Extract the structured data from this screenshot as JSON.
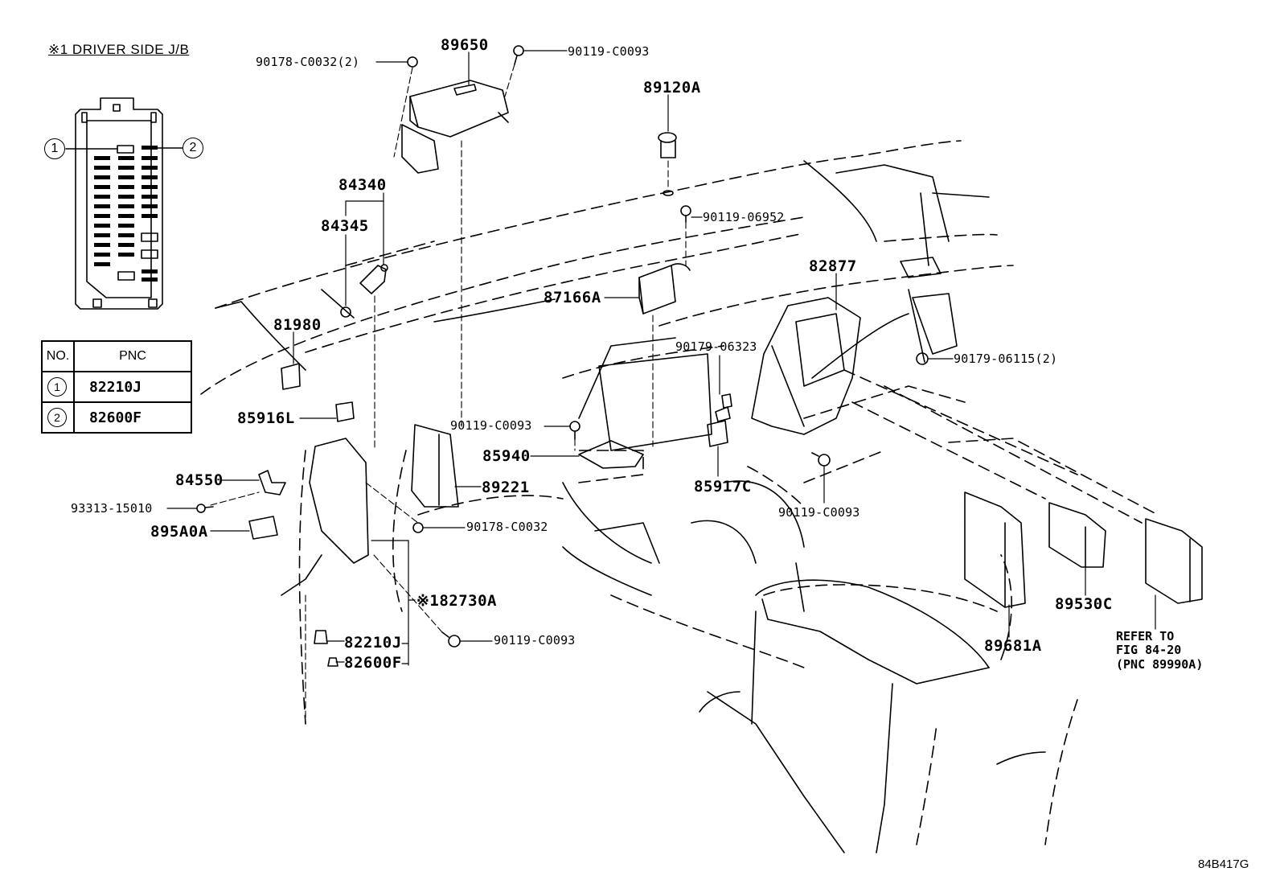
{
  "diagram": {
    "title": "※1 DRIVER SIDE J/B",
    "figure_code": "84B417G",
    "junction_box_callouts": [
      {
        "no": "1"
      },
      {
        "no": "2"
      }
    ],
    "pnc_table": {
      "headers": [
        "NO.",
        "PNC"
      ],
      "rows": [
        {
          "no": "1",
          "pnc": "82210J"
        },
        {
          "no": "2",
          "pnc": "82600F"
        }
      ]
    },
    "part_labels": {
      "p89650": "89650",
      "p90178_c0032_2": "90178-C0032(2)",
      "p90119_c0093_top": "90119-C0093",
      "p89120a": "89120A",
      "p90119_06952": "90119-06952",
      "p84340": "84340",
      "p84345": "84345",
      "p87166a": "87166A",
      "p82877": "82877",
      "p81980": "81980",
      "p90179_06323": "90179-06323",
      "p90179_06115_2": "90179-06115(2)",
      "p85916l": "85916L",
      "p90119_c0093_mid": "90119-C0093",
      "p85940": "85940",
      "p84550": "84550",
      "p89221": "89221",
      "p93313_15010": "93313-15010",
      "p895a0a": "895A0A",
      "p90178_c0032": "90178-C0032",
      "p85917c": "85917C",
      "p90119_c0093_right": "90119-C0093",
      "p82730a": "※182730A",
      "p90119_c0093_bottom": "90119-C0093",
      "p82210j": "82210J",
      "p82600f": "82600F",
      "p89681a": "89681A",
      "p89530c": "89530C",
      "refer_line1": "REFER TO",
      "refer_line2": "FIG 84-20",
      "refer_line3": "(PNC 89990A)"
    }
  }
}
